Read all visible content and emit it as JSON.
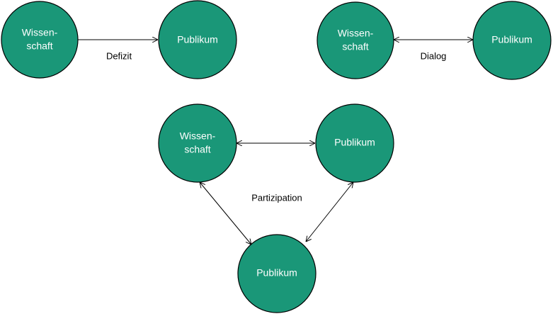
{
  "colors": {
    "node_fill": "#1a9778",
    "node_stroke": "#000000",
    "node_text": "#ffffff",
    "edge": "#000000"
  },
  "diagrams": [
    {
      "id": "defizit",
      "label": "Defizit",
      "nodes": [
        {
          "id": "d-wissenschaft",
          "lines": [
            "Wissen-",
            "schaft"
          ]
        },
        {
          "id": "d-publikum",
          "lines": [
            "Publikum"
          ]
        }
      ],
      "edges": [
        {
          "from": "d-wissenschaft",
          "to": "d-publikum",
          "direction": "forward"
        }
      ]
    },
    {
      "id": "dialog",
      "label": "Dialog",
      "nodes": [
        {
          "id": "g-wissenschaft",
          "lines": [
            "Wissen-",
            "schaft"
          ]
        },
        {
          "id": "g-publikum",
          "lines": [
            "Publikum"
          ]
        }
      ],
      "edges": [
        {
          "from": "g-wissenschaft",
          "to": "g-publikum",
          "direction": "both"
        }
      ]
    },
    {
      "id": "partizipation",
      "label": "Partizipation",
      "nodes": [
        {
          "id": "p-wissenschaft",
          "lines": [
            "Wissen-",
            "schaft"
          ]
        },
        {
          "id": "p-publikum-1",
          "lines": [
            "Publikum"
          ]
        },
        {
          "id": "p-publikum-2",
          "lines": [
            "Publikum"
          ]
        }
      ],
      "edges": [
        {
          "from": "p-wissenschaft",
          "to": "p-publikum-1",
          "direction": "both"
        },
        {
          "from": "p-wissenschaft",
          "to": "p-publikum-2",
          "direction": "both"
        },
        {
          "from": "p-publikum-1",
          "to": "p-publikum-2",
          "direction": "both"
        }
      ]
    }
  ]
}
